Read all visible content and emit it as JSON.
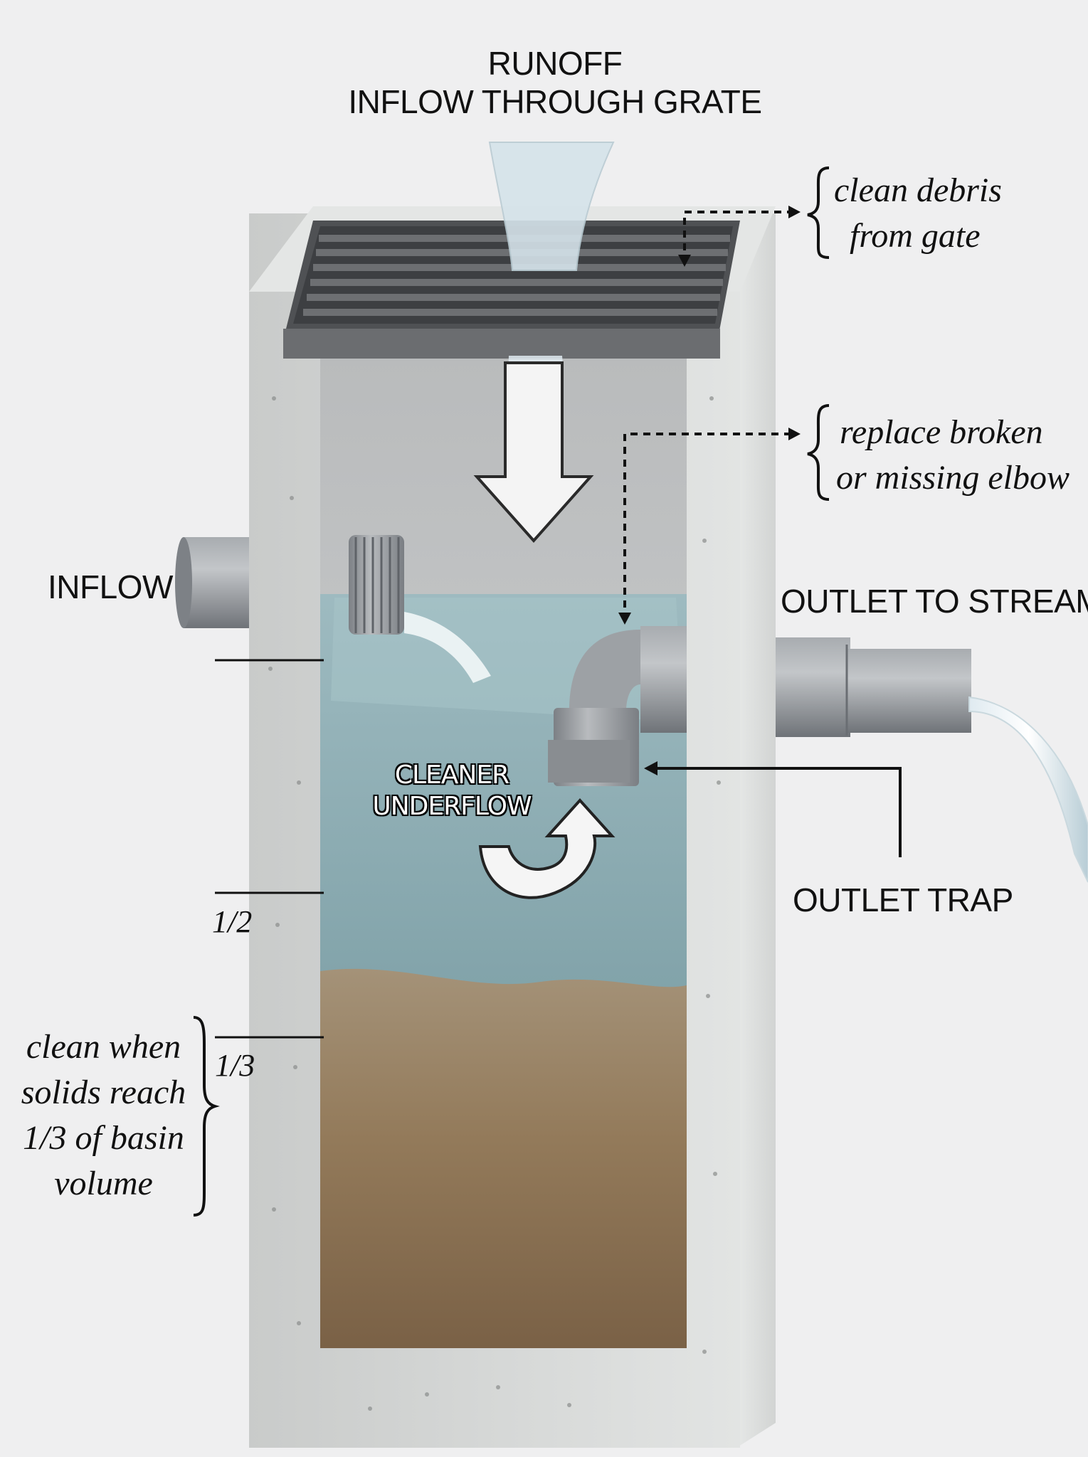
{
  "labels": {
    "runoff_line1": "RUNOFF",
    "runoff_line2": "INFLOW THROUGH GRATE",
    "inflow": "INFLOW",
    "outlet_to_stream": "OUTLET TO STREAM",
    "outlet_trap": "OUTLET TRAP",
    "cleaner_line1": "CLEANER",
    "cleaner_line2": "UNDERFLOW"
  },
  "notes": {
    "grate_line1": "clean debris",
    "grate_line2": "from gate",
    "elbow_line1": "replace broken",
    "elbow_line2": "or missing elbow",
    "solids_line1": "clean when",
    "solids_line2": "solids reach",
    "solids_line3": "1/3 of basin",
    "solids_line4": "volume"
  },
  "levels": {
    "half": "1/2",
    "third": "1/3"
  },
  "colors": {
    "background": "#efeff0",
    "concrete": "#d9dbda",
    "water": "#8fb0b6",
    "sediment": "#9b8466",
    "pipe": "#8d9196",
    "grate": "#595b5e"
  }
}
